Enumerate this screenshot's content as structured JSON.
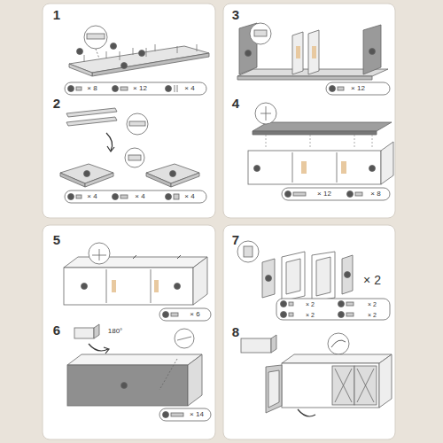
{
  "diagram": {
    "labels": [
      "1",
      "× 8",
      "× 12",
      "× 4",
      "2",
      "× 4",
      "× 4",
      "× 4",
      "3",
      "× 12",
      "4",
      "× 12",
      "× 8",
      "5",
      "× 6",
      "6",
      "180°",
      "× 14",
      "7",
      "× 2",
      "× 2",
      "× 2",
      "× 2",
      "× 2",
      "8"
    ]
  }
}
